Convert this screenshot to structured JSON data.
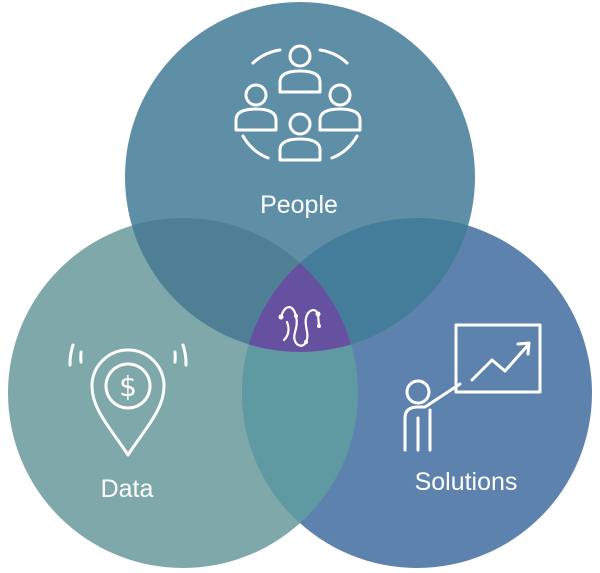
{
  "diagram": {
    "type": "venn",
    "sets": [
      {
        "id": "people",
        "label": "People",
        "icon": "people-network-icon",
        "color": "#5f8ea7"
      },
      {
        "id": "data",
        "label": "Data",
        "icon": "location-dollar-pin-icon",
        "color": "#7ea8aa"
      },
      {
        "id": "solutions",
        "label": "Solutions",
        "icon": "presenter-growth-chart-icon",
        "color": "#5d82ad"
      }
    ],
    "center": {
      "icon": "network-logo-icon",
      "color": "#6651a0"
    }
  }
}
